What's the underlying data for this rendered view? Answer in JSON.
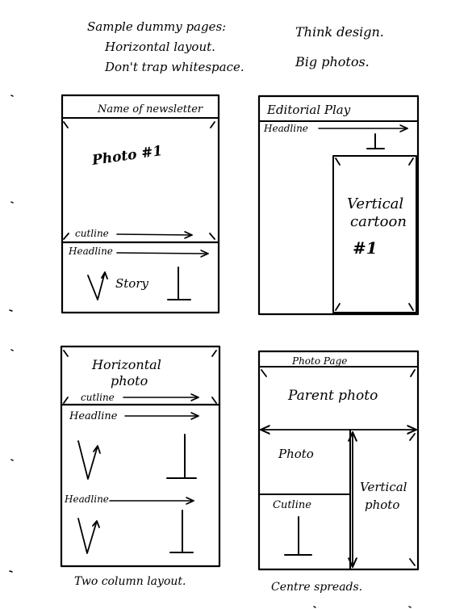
{
  "notes": {
    "left": [
      "Sample dummy pages:",
      "Horizontal layout.",
      "Don't trap whitespace."
    ],
    "right": [
      "Think design.",
      "Big photos."
    ]
  },
  "page1": {
    "title": "Name of newsletter",
    "photo": "Photo #1",
    "cutline": "cutline",
    "headline": "Headline",
    "story": "Story"
  },
  "page2": {
    "title": "Editorial Play",
    "headline": "Headline",
    "cartoon": [
      "Vertical",
      "cartoon",
      "#1"
    ]
  },
  "page3": {
    "photo": [
      "Horizontal",
      "photo"
    ],
    "cutline": "cutline",
    "headline1": "Headline",
    "headline2": "Headline",
    "caption": "Two column layout."
  },
  "page4": {
    "title": "Photo Page",
    "parent_photo": "Parent photo",
    "photo": "Photo",
    "cutline": "Cutline",
    "vertical_photo": [
      "Vertical",
      "photo"
    ],
    "caption": "Centre spreads."
  }
}
